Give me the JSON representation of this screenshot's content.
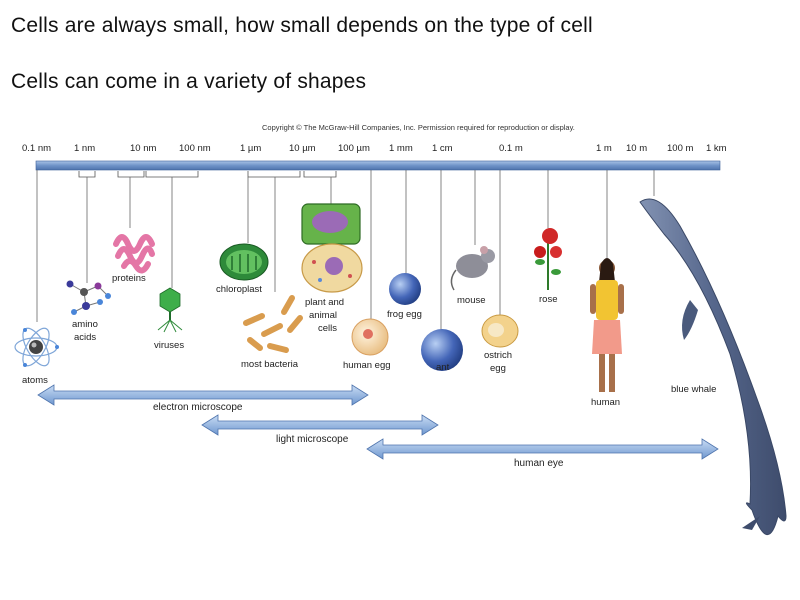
{
  "slide": {
    "line1": "Cells are always small,  how small depends on the type of cell",
    "line2": "Cells can come in a variety of shapes"
  },
  "figure": {
    "copyright": "Copyright © The McGraw-Hill Companies, Inc. Permission required for reproduction or display.",
    "scale_ticks": [
      "0.1 nm",
      "1 nm",
      "10 nm",
      "100 nm",
      "1 µm",
      "10 µm",
      "100 µm",
      "1 mm",
      "1 cm",
      "0.1 m",
      "1 m",
      "10 m",
      "100 m",
      "1 km"
    ],
    "labels": {
      "atoms": "atoms",
      "amino_acids_1": "amino",
      "amino_acids_2": "acids",
      "proteins": "proteins",
      "viruses": "viruses",
      "chloroplast": "chloroplast",
      "most_bacteria": "most bacteria",
      "plant_cells_1": "plant and",
      "plant_cells_2": "animal",
      "plant_cells_3": "cells",
      "human_egg": "human egg",
      "frog_egg": "frog egg",
      "ant": "ant",
      "mouse": "mouse",
      "ostrich_egg_1": "ostrich",
      "ostrich_egg_2": "egg",
      "rose": "rose",
      "human": "human",
      "blue_whale": "blue whale"
    },
    "ranges": {
      "electron": "electron microscope",
      "light": "light microscope",
      "eye": "human eye"
    },
    "colors": {
      "scale_bar": "#6f93c8",
      "arrow": "#7ea6dc",
      "whale": "#5c6e93"
    }
  }
}
